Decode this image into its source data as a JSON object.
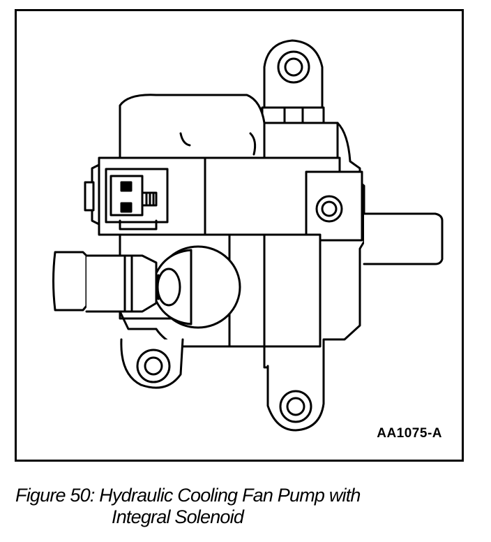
{
  "figure": {
    "id_label": "AA1075-A",
    "caption_line1": "Figure 50: Hydraulic Cooling Fan Pump with",
    "caption_line2": "Integral Solenoid"
  },
  "colors": {
    "ink": "#000000",
    "paper": "#ffffff"
  }
}
